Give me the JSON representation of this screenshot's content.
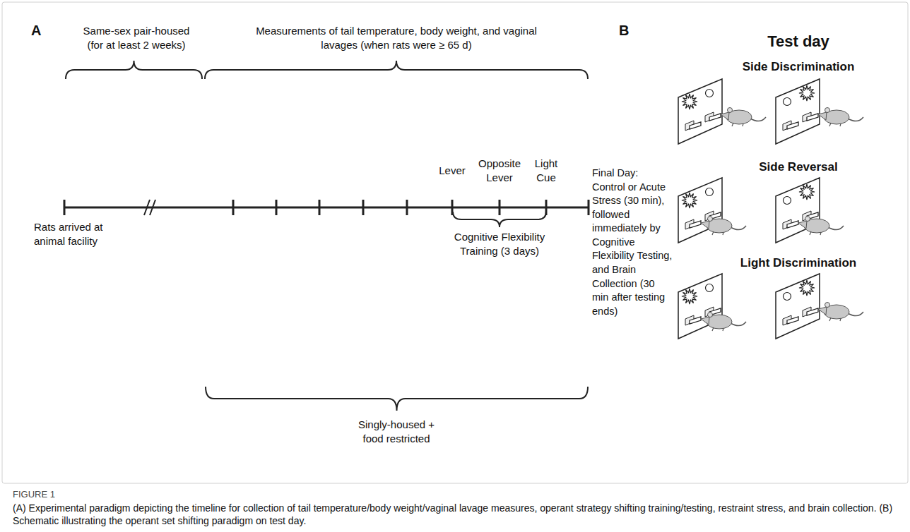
{
  "diagram": {
    "caption": "(A) Experimental paradigm depicting the timeline for collection of tail temperature/body weight/vaginal lavage measures, operant strategy shifting training/testing, restraint stress, and brain collection. (B) Schematic illustrating the operant set shifting paradigm on test day.",
    "labels": [
      "A",
      "Same-sex pair-housed (for at least 2 weeks)",
      "Measurements of tail temperature, body weight, and vaginal lavages (when rats were ≥ 65 d)",
      "Rats arrived at animal facility",
      "Lever",
      "Opposite Lever",
      "Light Cue",
      "Cognitive Flexibility Training (3 days)",
      "Final Day: Control or Acute Stress (30 min), followed immediately by Cognitive Flexibility Testing, and Brain Collection (30 min after testing ends)",
      "Singly-housed + food restricted",
      "B",
      "Test day",
      "Side Discrimination",
      "Side Reversal",
      "Light Discrimination",
      "FIGURE 1"
    ]
  }
}
